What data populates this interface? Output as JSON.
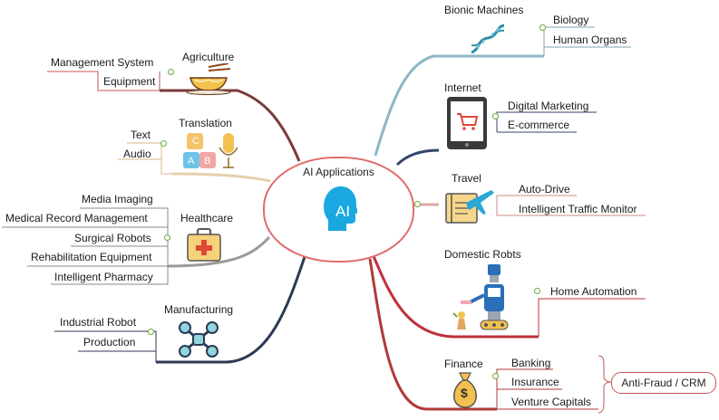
{
  "center": {
    "title": "AI Applications",
    "label": "AI"
  },
  "branches": {
    "agriculture": {
      "label": "Agriculture",
      "items": [
        "Management System",
        "Equipment"
      ]
    },
    "translation": {
      "label": "Translation",
      "items": [
        "Text",
        "Audio"
      ],
      "icon_letters": [
        "C",
        "A",
        "B"
      ]
    },
    "healthcare": {
      "label": "Healthcare",
      "items": [
        "Media Imaging",
        "Medical Record Management",
        "Surgical Robots",
        "Rehabilitation Equipment",
        "Intelligent Pharmacy"
      ]
    },
    "manufacturing": {
      "label": "Manufacturing",
      "items": [
        "Industrial Robot",
        "Production"
      ]
    },
    "bionic": {
      "label": "Bionic Machines",
      "items": [
        "Biology",
        "Human Organs"
      ]
    },
    "internet": {
      "label": "Internet",
      "items": [
        "Digital Marketing",
        "E-commerce"
      ]
    },
    "travel": {
      "label": "Travel",
      "items": [
        "Auto-Drive",
        "Intelligent Traffic Monitor"
      ]
    },
    "domestic": {
      "label": "Domestic Robts",
      "items": [
        "Home Automation"
      ]
    },
    "finance": {
      "label": "Finance",
      "items": [
        "Banking",
        "Insurance",
        "Venture Capitals"
      ],
      "summary": "Anti-Fraud / CRM",
      "icon_symbol": "$"
    }
  },
  "colors": {
    "center_border": "#e06b6b",
    "ai_head": "#1aa8e0",
    "agriculture": "#7a3a3a",
    "translation": "#d8b58a",
    "healthcare": "#9a9a9a",
    "manufacturing": "#2c3a55",
    "bionic": "#8fb5c8",
    "internet": "#34466a",
    "travel": "#e0a8a8",
    "domestic": "#c0303a",
    "finance": "#b03a3a"
  }
}
